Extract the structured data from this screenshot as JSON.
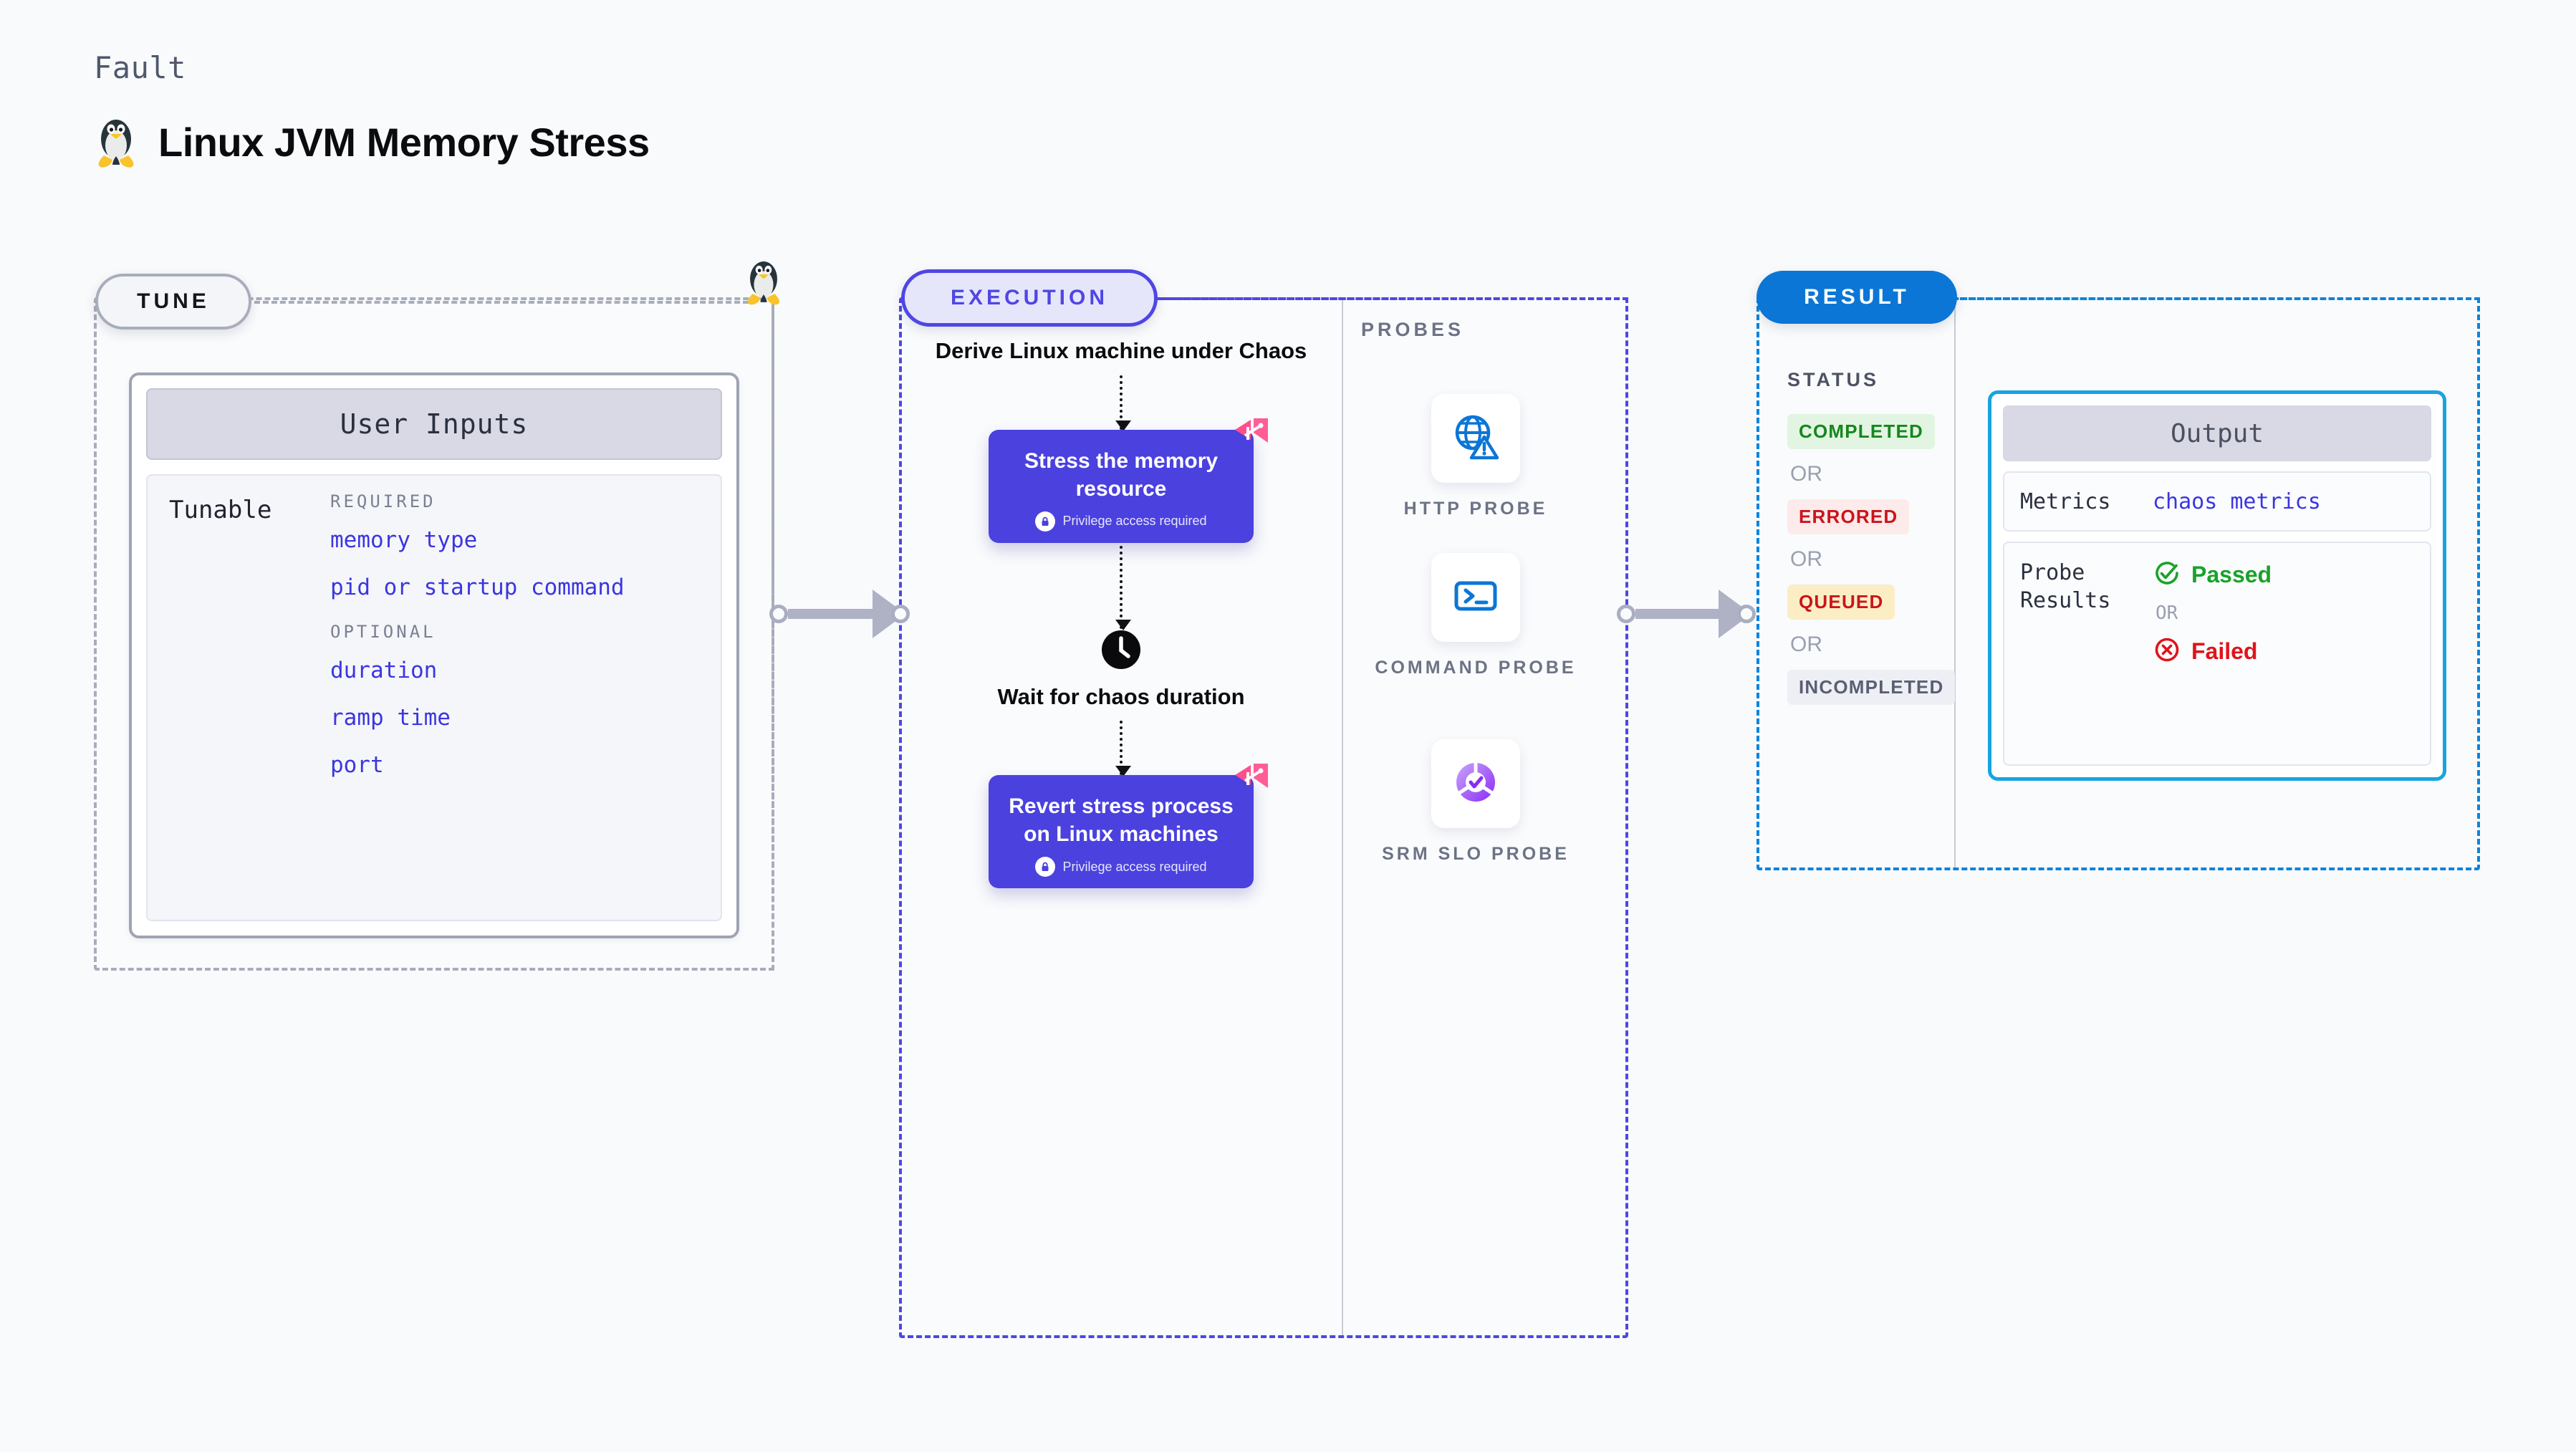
{
  "header": {
    "eyebrow": "Fault",
    "title": "Linux JVM Memory Stress",
    "icon": "linux-penguin-icon"
  },
  "tune": {
    "pill_label": "TUNE",
    "card_title": "User Inputs",
    "tunable_label": "Tunable",
    "groups": [
      {
        "title": "REQUIRED",
        "items": [
          "memory type",
          "pid or startup command"
        ]
      },
      {
        "title": "OPTIONAL",
        "items": [
          "duration",
          "ramp time",
          "port"
        ]
      }
    ]
  },
  "execution": {
    "pill_label": "EXECUTION",
    "steps": [
      {
        "kind": "text",
        "label": "Derive Linux machine under Chaos"
      },
      {
        "kind": "action",
        "label": "Stress the memory resource",
        "privilege": "Privilege access required",
        "badge": "harness-logo-icon"
      },
      {
        "kind": "wait",
        "label": "Wait for chaos duration",
        "icon": "clock-icon"
      },
      {
        "kind": "action",
        "label": "Revert stress process on Linux machines",
        "privilege": "Privilege access required",
        "badge": "harness-logo-icon"
      }
    ]
  },
  "probes": {
    "section_label": "PROBES",
    "items": [
      {
        "name": "HTTP PROBE",
        "icon": "globe-warning-icon"
      },
      {
        "name": "COMMAND PROBE",
        "icon": "terminal-icon"
      },
      {
        "name": "SRM SLO PROBE",
        "icon": "slo-donut-check-icon"
      }
    ]
  },
  "result": {
    "pill_label": "RESULT",
    "status_label": "STATUS",
    "or_label": "OR",
    "statuses": [
      {
        "label": "COMPLETED",
        "style": "completed"
      },
      {
        "label": "ERRORED",
        "style": "errored"
      },
      {
        "label": "QUEUED",
        "style": "queued"
      },
      {
        "label": "INCOMPLETED",
        "style": "incompleted"
      }
    ],
    "output": {
      "title": "Output",
      "metrics_key": "Metrics",
      "metrics_value": "chaos metrics",
      "probe_results_key": "Probe Results",
      "passed_label": "Passed",
      "or_label": "OR",
      "failed_label": "Failed"
    }
  },
  "colors": {
    "page_bg": "#f9fafc",
    "tune_border": "#a8adbb",
    "execution_accent": "#4f46e5",
    "execution_fill": "#e6e6fb",
    "result_accent": "#0b76d6",
    "output_border": "#18a4e0",
    "output_fill": "#eafaff",
    "purple_box": "#4a41df",
    "link_text": "#3b36e0",
    "harness_pink": "#ff4f8b",
    "passed_green": "#19a22a",
    "failed_red": "#e0141b",
    "connector_gray": "#aeb2c4"
  }
}
